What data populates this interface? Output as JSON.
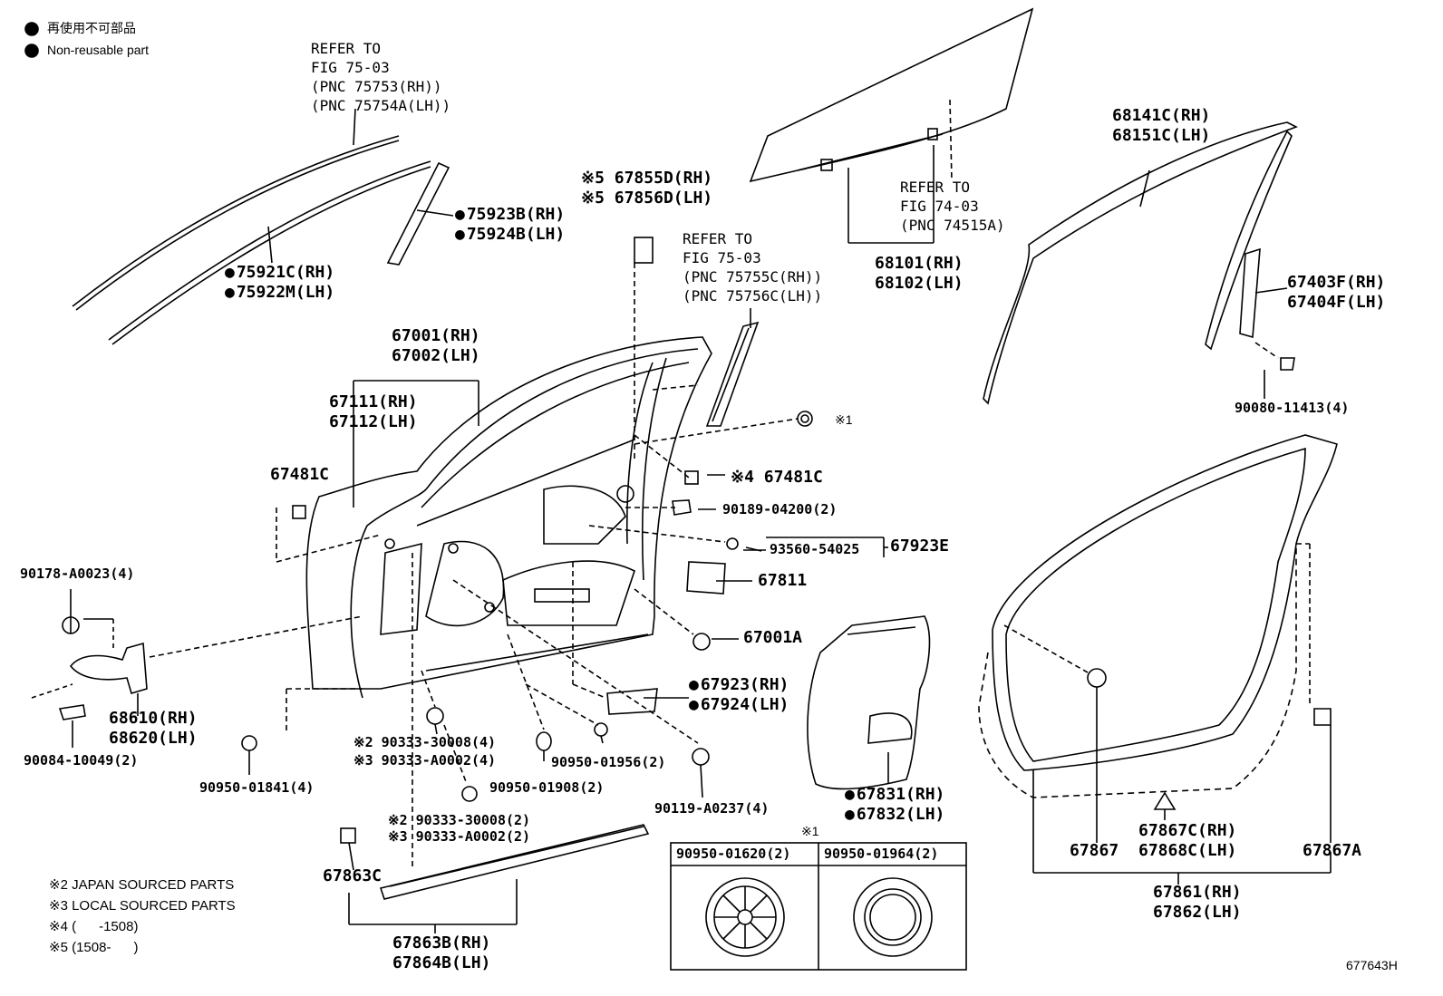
{
  "legend": {
    "line1": "再使用不可部品",
    "line2": "Non-reusable part"
  },
  "refs": {
    "r1": [
      "REFER TO",
      "FIG 75-03",
      "(PNC 75753(RH))",
      "(PNC 75754A(LH))"
    ],
    "r2": [
      "REFER TO",
      "FIG 75-03",
      "(PNC 75755C(RH))",
      "(PNC 75756C(LH))"
    ],
    "r3": [
      "REFER TO",
      "FIG 74-03",
      "(PNC 74515A)"
    ]
  },
  "parts": {
    "p75923": "75923B(RH)",
    "p75924": "75924B(LH)",
    "p75921": "75921C(RH)",
    "p75922": "75922M(LH)",
    "p67855": "※5 67855D(RH)",
    "p67856": "※5 67856D(LH)",
    "p67001": "67001(RH)",
    "p67002": "67002(LH)",
    "p67111": "67111(RH)",
    "p67112": "67112(LH)",
    "p67481a": "67481C",
    "p67481b": "※4 67481C",
    "mark1": "※1",
    "p90189": "90189-04200(2)",
    "p93560": "93560-54025",
    "p67923e": "67923E",
    "p67811": "67811",
    "p67001a": "67001A",
    "p67923": "67923(RH)",
    "p67924": "67924(LH)",
    "p90178": "90178-A0023(4)",
    "p68610": "68610(RH)",
    "p68620": "68620(LH)",
    "p90084": "90084-10049(2)",
    "p90950_1841": "90950-01841(4)",
    "p90333a": "※2 90333-30008(4)",
    "p90333b": "※3 90333-A0002(4)",
    "p90950_1956": "90950-01956(2)",
    "p90950_1908": "90950-01908(2)",
    "p90119": "90119-A0237(4)",
    "p90333c": "※2 90333-30008(2)",
    "p90333d": "※3 90333-A0002(2)",
    "p67863c": "67863C",
    "p67863b": "67863B(RH)",
    "p67864b": "67864B(LH)",
    "p68101": "68101(RH)",
    "p68102": "68102(LH)",
    "p68141": "68141C(RH)",
    "p68151": "68151C(LH)",
    "p67403": "67403F(RH)",
    "p67404": "67404F(LH)",
    "p90080": "90080-11413(4)",
    "p67831": "67831(RH)",
    "p67832": "67832(LH)",
    "p67867": "67867",
    "p67867c": "67867C(RH)",
    "p67868c": "67868C(LH)",
    "p67867a": "67867A",
    "p67861": "67861(RH)",
    "p67862": "67862(LH)"
  },
  "inset": {
    "mark": "※1",
    "col1": "90950-01620(2)",
    "col2": "90950-01964(2)"
  },
  "notes": {
    "n2": "※2 JAPAN SOURCED PARTS",
    "n3": "※3 LOCAL SOURCED PARTS",
    "n4": "※4 (      -1508)",
    "n5": "※5 (1508-      )"
  },
  "figure_id": "677643H"
}
